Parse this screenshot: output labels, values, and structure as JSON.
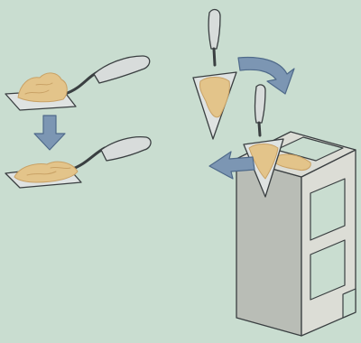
{
  "colors": {
    "background": "#c9ddd0",
    "mortar": "#e3c48a",
    "mortar_shadow": "#c9a266",
    "steel": "#dfe3e2",
    "handle": "#d8dcdb",
    "outline": "#3a3f41",
    "arrow_blue": "#7c96b3",
    "arrow_blue_dark": "#4f6a8a",
    "block_face": "#dcddd6",
    "block_shadow": "#b9bdb6"
  },
  "illustration": {
    "steps": [
      {
        "name": "step-1-trowel-loaded",
        "icon": "trowel-with-mortar-icon"
      },
      {
        "name": "step-2-mortar-spread",
        "icon": "trowel-with-mortar-icon"
      },
      {
        "name": "step-3-pointing-trowel",
        "icon": "pointing-trowel-icon"
      },
      {
        "name": "step-4-apply-to-block",
        "icon": "concrete-block-icon"
      }
    ],
    "arrows": [
      "down-arrow-icon",
      "curved-arrow-icon",
      "left-arrow-icon"
    ]
  }
}
